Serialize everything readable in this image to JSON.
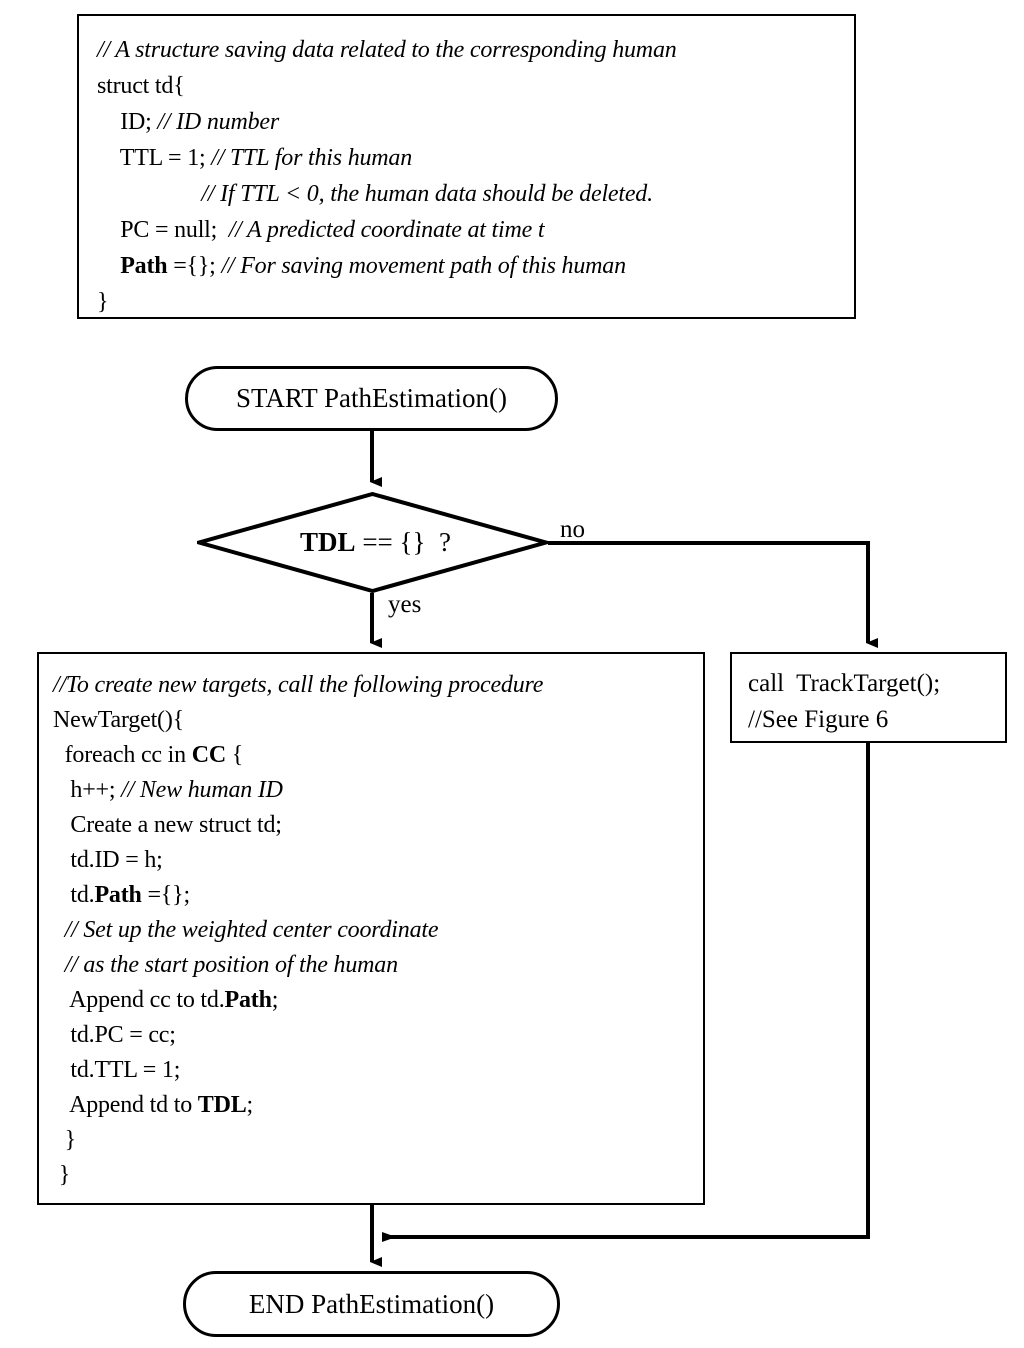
{
  "figure": {
    "type": "flowchart",
    "title": "PathEstimation() flowchart with td struct definition"
  },
  "struct_box": {
    "name": "struct-td-definition",
    "lines": [
      {
        "id": "l1",
        "segments": [
          {
            "text": "// A structure saving data related to the corresponding human",
            "style": "italic"
          }
        ]
      },
      {
        "id": "l2",
        "segments": [
          {
            "text": "struct td{",
            "style": "plain"
          }
        ]
      },
      {
        "id": "l3",
        "segments": [
          {
            "text": "    ID; ",
            "style": "plain"
          },
          {
            "text": "// ID number",
            "style": "italic"
          }
        ]
      },
      {
        "id": "l4",
        "segments": [
          {
            "text": "    TTL = 1; ",
            "style": "plain"
          },
          {
            "text": "// TTL for this human",
            "style": "italic"
          }
        ]
      },
      {
        "id": "l5",
        "segments": [
          {
            "text": "                  ",
            "style": "plain"
          },
          {
            "text": "// If TTL < 0, the human data should be deleted.",
            "style": "italic"
          }
        ]
      },
      {
        "id": "l6",
        "segments": [
          {
            "text": "    PC = null;  ",
            "style": "plain"
          },
          {
            "text": "// A predicted coordinate at time t",
            "style": "italic"
          }
        ]
      },
      {
        "id": "l7",
        "segments": [
          {
            "text": "    Path",
            "style": "bold"
          },
          {
            "text": " ={}; ",
            "style": "plain"
          },
          {
            "text": "// For saving movement path of this human",
            "style": "italic"
          }
        ]
      },
      {
        "id": "l8",
        "segments": [
          {
            "text": "}",
            "style": "plain"
          }
        ]
      }
    ]
  },
  "start_node": {
    "name": "start-terminator",
    "label": "START PathEstimation()"
  },
  "decision_node": {
    "name": "tdl-empty-decision",
    "label_bold": "TDL",
    "label_rest": " == {}  ?",
    "yes_label": "yes",
    "no_label": "no"
  },
  "newtarget_box": {
    "name": "newtarget-procedure",
    "lines": [
      {
        "id": "n1",
        "segments": [
          {
            "text": "//To create new targets, call the following procedure",
            "style": "italic"
          }
        ]
      },
      {
        "id": "n2",
        "segments": [
          {
            "text": "NewTarget(){",
            "style": "plain"
          }
        ]
      },
      {
        "id": "n3",
        "segments": [
          {
            "text": "  foreach cc in ",
            "style": "plain"
          },
          {
            "text": "CC",
            "style": "bold"
          },
          {
            "text": " {",
            "style": "plain"
          }
        ]
      },
      {
        "id": "n4",
        "segments": [
          {
            "text": "   h++; ",
            "style": "plain"
          },
          {
            "text": "// New human ID",
            "style": "italic"
          }
        ]
      },
      {
        "id": "n5",
        "segments": [
          {
            "text": "   Create a new struct td;",
            "style": "plain"
          }
        ]
      },
      {
        "id": "n6",
        "segments": [
          {
            "text": "   td.ID = h;",
            "style": "plain"
          }
        ]
      },
      {
        "id": "n7",
        "segments": [
          {
            "text": "   td.",
            "style": "plain"
          },
          {
            "text": "Path",
            "style": "bold"
          },
          {
            "text": " ={};",
            "style": "plain"
          }
        ]
      },
      {
        "id": "n8",
        "segments": [
          {
            "text": "  ",
            "style": "plain"
          },
          {
            "text": "// Set up the weighted center coordinate",
            "style": "italic"
          }
        ]
      },
      {
        "id": "n9",
        "segments": [
          {
            "text": "  ",
            "style": "plain"
          },
          {
            "text": "// as the start position of the human",
            "style": "italic"
          }
        ]
      },
      {
        "id": "n10",
        "segments": [
          {
            "text": "   Append cc to td.",
            "style": "plain"
          },
          {
            "text": "Path",
            "style": "bold"
          },
          {
            "text": ";",
            "style": "plain"
          }
        ]
      },
      {
        "id": "n11",
        "segments": [
          {
            "text": "   td.PC = cc;",
            "style": "plain"
          }
        ]
      },
      {
        "id": "n12",
        "segments": [
          {
            "text": "   td.TTL = 1;",
            "style": "plain"
          }
        ]
      },
      {
        "id": "n13",
        "segments": [
          {
            "text": "   Append td to ",
            "style": "plain"
          },
          {
            "text": "TDL",
            "style": "bold"
          },
          {
            "text": ";",
            "style": "plain"
          }
        ]
      },
      {
        "id": "n14",
        "segments": [
          {
            "text": "  }",
            "style": "plain"
          }
        ]
      },
      {
        "id": "n15",
        "segments": [
          {
            "text": " }",
            "style": "plain"
          }
        ]
      }
    ]
  },
  "tracktarget_box": {
    "name": "call-tracktarget",
    "lines": [
      {
        "id": "t1",
        "segments": [
          {
            "text": "call  TrackTarget();",
            "style": "plain"
          }
        ]
      },
      {
        "id": "t2",
        "segments": [
          {
            "text": "//See Figure 6",
            "style": "plain"
          }
        ]
      }
    ]
  },
  "end_node": {
    "name": "end-terminator",
    "label": "END PathEstimation()"
  },
  "colors": {
    "stroke": "#000000",
    "background": "#ffffff"
  }
}
